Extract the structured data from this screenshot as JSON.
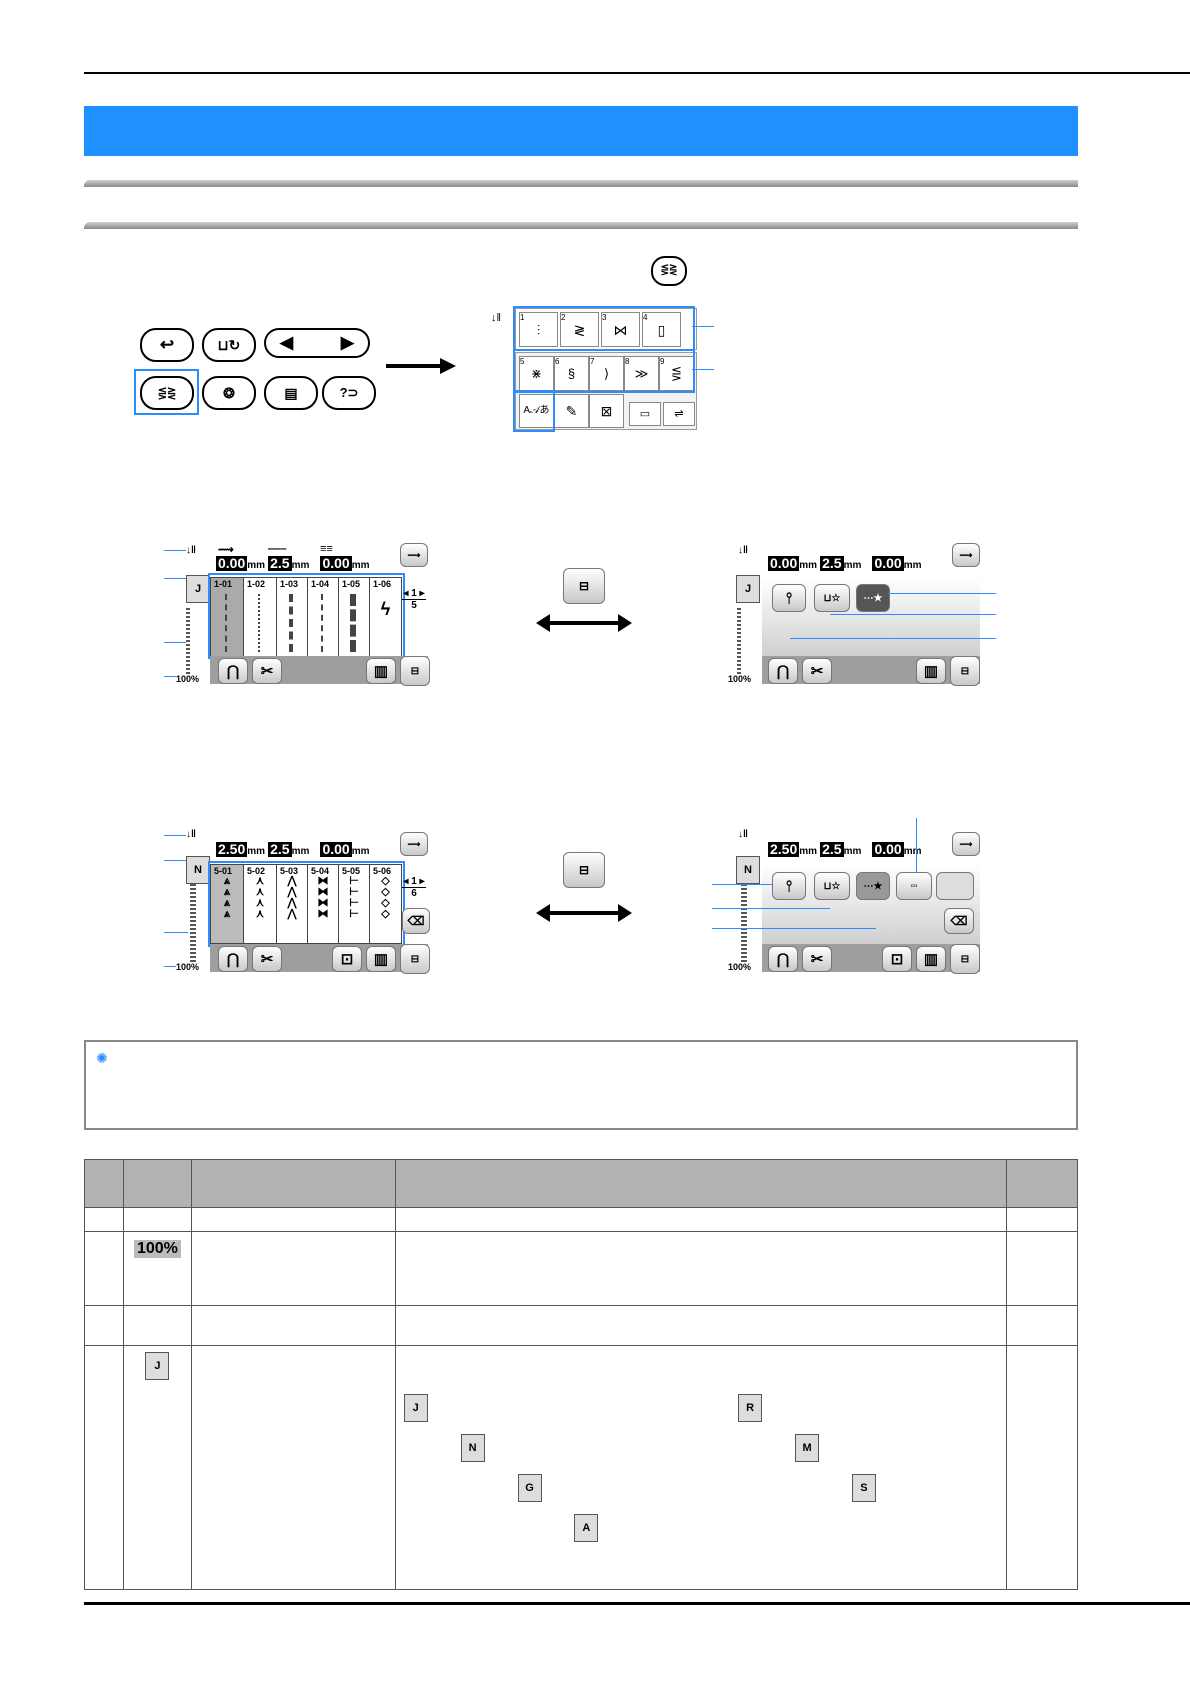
{
  "screens": {
    "first_row": {
      "left": {
        "zigzag_width": "0.00",
        "stitch_length": "2.5",
        "tension": "0.00",
        "unit": "mm",
        "zoom": "100%",
        "presser_foot": "J",
        "page_current": "1",
        "page_total": "5",
        "patterns": [
          "1-01",
          "1-02",
          "1-03",
          "1-04",
          "1-05",
          "1-06"
        ]
      },
      "right": {
        "zigzag_width": "0.00",
        "stitch_length": "2.5",
        "tension": "0.00",
        "unit": "mm",
        "zoom": "100%",
        "presser_foot": "J"
      }
    },
    "second_row": {
      "left": {
        "zigzag_width": "2.50",
        "stitch_length": "2.5",
        "tension": "0.00",
        "unit": "mm",
        "zoom": "100%",
        "presser_foot": "N",
        "page_current": "1",
        "page_total": "6",
        "patterns": [
          "5-01",
          "5-02",
          "5-03",
          "5-04",
          "5-05",
          "5-06"
        ]
      },
      "right": {
        "zigzag_width": "2.50",
        "stitch_length": "2.5",
        "tension": "0.00",
        "unit": "mm",
        "zoom": "100%",
        "presser_foot": "N"
      }
    }
  },
  "selection_screen": {
    "category_numbers_row1": [
      "1",
      "2",
      "3",
      "4"
    ],
    "category_numbers_row2": [
      "5",
      "6",
      "7",
      "8",
      "9"
    ],
    "font_key": "A𝒜あ"
  },
  "table": {
    "rows": [
      {
        "icon_text": ""
      },
      {
        "icon_text": "100%"
      },
      {
        "icon_text": ""
      },
      {
        "icon_text": "J"
      }
    ],
    "foot_icons": [
      "J",
      "R",
      "N",
      "M",
      "G",
      "S",
      "A"
    ]
  }
}
